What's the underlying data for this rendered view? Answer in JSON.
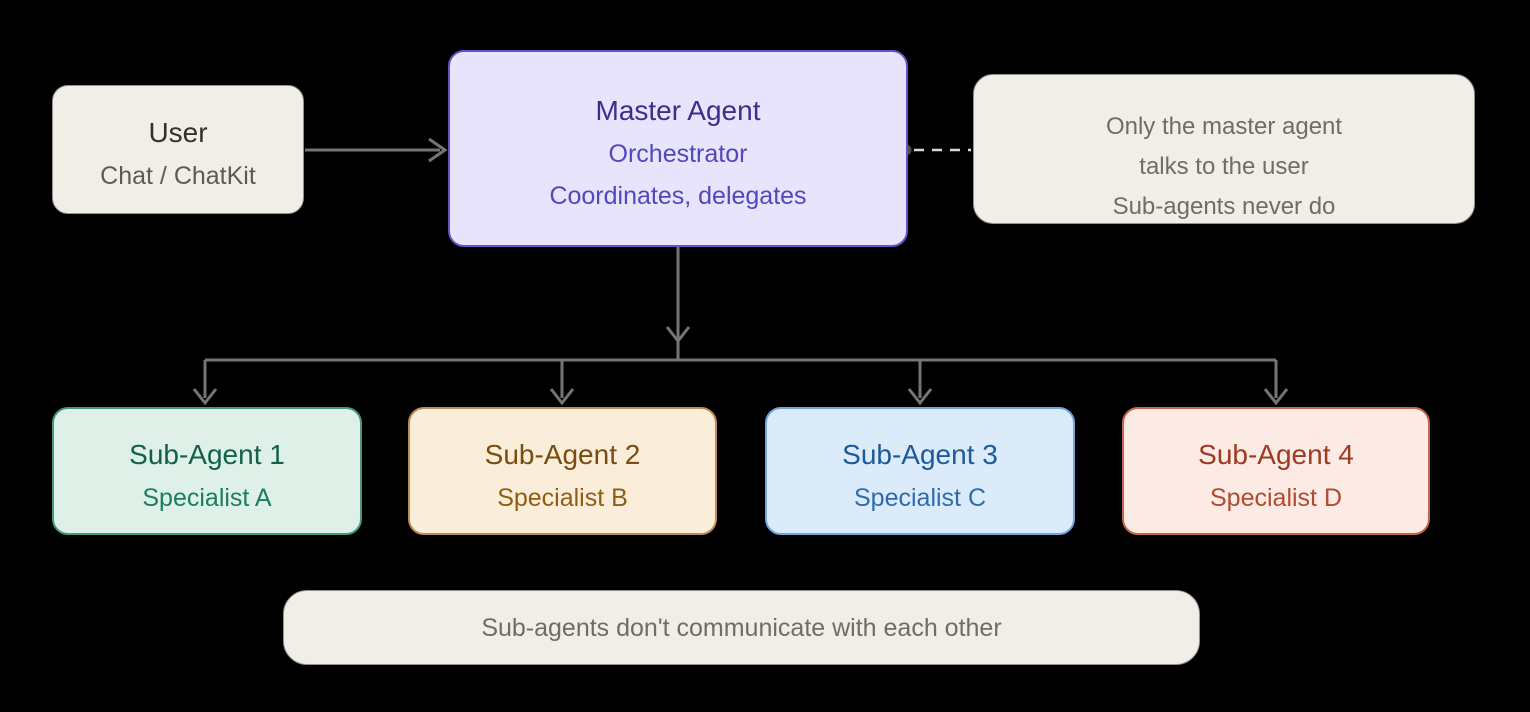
{
  "diagram": {
    "background": "#000000",
    "nodes": {
      "user": {
        "title": "User",
        "subtitle": "Chat / ChatKit",
        "bg": "#f0eee6",
        "border": "#92918a",
        "title_color": "#33312b",
        "subtitle_color": "#5d5b53"
      },
      "master": {
        "title": "Master Agent",
        "subtitle1": "Orchestrator",
        "subtitle2": "Coordinates, delegates",
        "bg": "#e7e4fb",
        "border": "#6056c6",
        "title_color": "#3b2e8e",
        "subtitle_color": "#5247bd"
      },
      "sub1": {
        "title": "Sub-Agent 1",
        "subtitle": "Specialist A",
        "bg": "#def0e8",
        "border": "#46997d",
        "title_color": "#14604a",
        "subtitle_color": "#1d7d5f"
      },
      "sub2": {
        "title": "Sub-Agent 2",
        "subtitle": "Specialist B",
        "bg": "#faeeda",
        "border": "#c08c55",
        "title_color": "#7a4c10",
        "subtitle_color": "#8f5e14"
      },
      "sub3": {
        "title": "Sub-Agent 3",
        "subtitle": "Specialist C",
        "bg": "#dcebf9",
        "border": "#72a5da",
        "title_color": "#1c5a99",
        "subtitle_color": "#2e6cae"
      },
      "sub4": {
        "title": "Sub-Agent 4",
        "subtitle": "Specialist D",
        "bg": "#fcebe4",
        "border": "#c5674c",
        "title_color": "#9e3a20",
        "subtitle_color": "#b14a2e"
      }
    },
    "notes": {
      "master_note": {
        "line1": "Only the master agent",
        "line2": "talks to the user",
        "line3": "Sub-agents never do",
        "bg": "#f0eee6",
        "border": "#92918a",
        "text_color": "#6f6d64"
      },
      "bottom_note": {
        "text": "Sub-agents don't communicate with each other",
        "bg": "#f0eee6",
        "border": "#92918a",
        "text_color": "#6f6d64"
      }
    },
    "edges": {
      "color": "#757575",
      "dashed_color": "#d8d8d8",
      "dot_color": "#4f4f4f"
    }
  }
}
